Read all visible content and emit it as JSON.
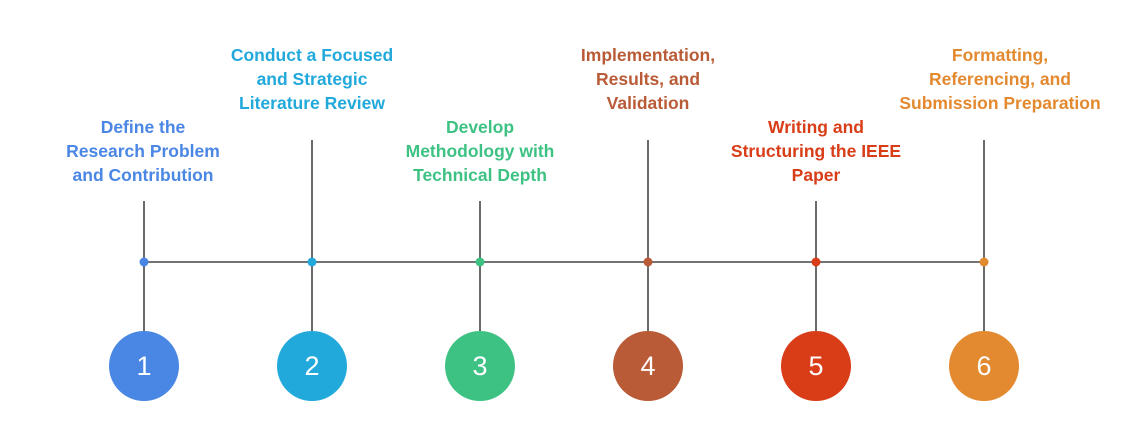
{
  "steps": [
    {
      "number": "1",
      "color": "#4a86e3",
      "label_lines": [
        "Define the",
        "Research Problem",
        "and Contribution"
      ]
    },
    {
      "number": "2",
      "color": "#22a9dc",
      "label_lines": [
        "Conduct a Focused",
        "and Strategic",
        "Literature Review"
      ]
    },
    {
      "number": "3",
      "color": "#3ec284",
      "label_lines": [
        "Develop",
        "Methodology with",
        "Technical Depth"
      ]
    },
    {
      "number": "4",
      "color": "#b95b37",
      "label_lines": [
        "Implementation,",
        "Results, and",
        "Validation"
      ]
    },
    {
      "number": "5",
      "color": "#d93d17",
      "label_lines": [
        "Writing and",
        "Structuring the IEEE",
        "Paper"
      ]
    },
    {
      "number": "6",
      "color": "#e3892f",
      "label_lines": [
        "Formatting,",
        "Referencing, and",
        "Submission Preparation"
      ]
    }
  ]
}
